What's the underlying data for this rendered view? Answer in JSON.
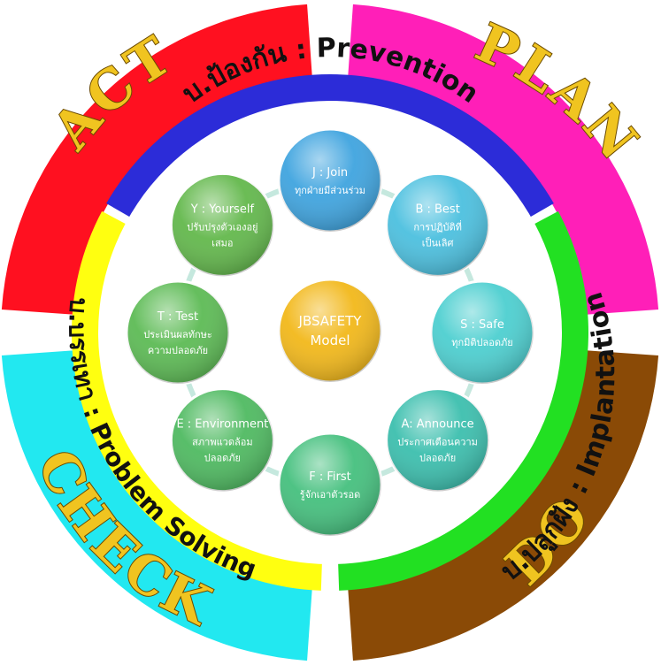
{
  "pdca": {
    "plan": "PLAN",
    "do": "DO",
    "check": "CHECK",
    "act": "ACT"
  },
  "bands": {
    "prevention": "บ.ป้องกัน : Prevention",
    "implantation": "บ.ปลูกฝัง : Implantation",
    "problem_solving": "บ.บรรเทา : Problem Solving"
  },
  "center": {
    "line1": "JBSAFETY",
    "line2": "Model"
  },
  "nodes": [
    {
      "title": "J : Join",
      "lines": [
        "ทุกฝ่ายมีส่วนร่วม"
      ]
    },
    {
      "title": "B : Best",
      "lines": [
        "การปฏิบัติที่",
        "เป็นเลิศ"
      ]
    },
    {
      "title": "S : Safe",
      "lines": [
        "ทุกมิติปลอดภัย"
      ]
    },
    {
      "title": "A: Announce",
      "lines": [
        "ประกาศเตือนความ",
        "ปลอดภัย"
      ]
    },
    {
      "title": "F : First",
      "lines": [
        "รู้จักเอาตัวรอด"
      ]
    },
    {
      "title": "E : Environment",
      "lines": [
        "สภาพแวดล้อม",
        "ปลอดภัย"
      ]
    },
    {
      "title": "T : Test",
      "lines": [
        "ประเมินผลทักษะ",
        "ความปลอดภัย"
      ]
    },
    {
      "title": "Y : Yourself",
      "lines": [
        "ปรับปรุงตัวเองอยู่",
        "เสมอ"
      ]
    }
  ],
  "colors": {
    "plan": "#ff1fb8",
    "do": "#8a4a06",
    "check": "#22e8f0",
    "act": "#ff1020",
    "prevention": "#2c2cd8",
    "implantation": "#22e022",
    "problem_solving": "#ffff10",
    "center_fill": "#f2b81a",
    "nodes": [
      "#3fa4df",
      "#4cc0df",
      "#4dcfd0",
      "#3cbfae",
      "#45c07e",
      "#4fba61",
      "#5dbb55",
      "#63b84c"
    ]
  }
}
